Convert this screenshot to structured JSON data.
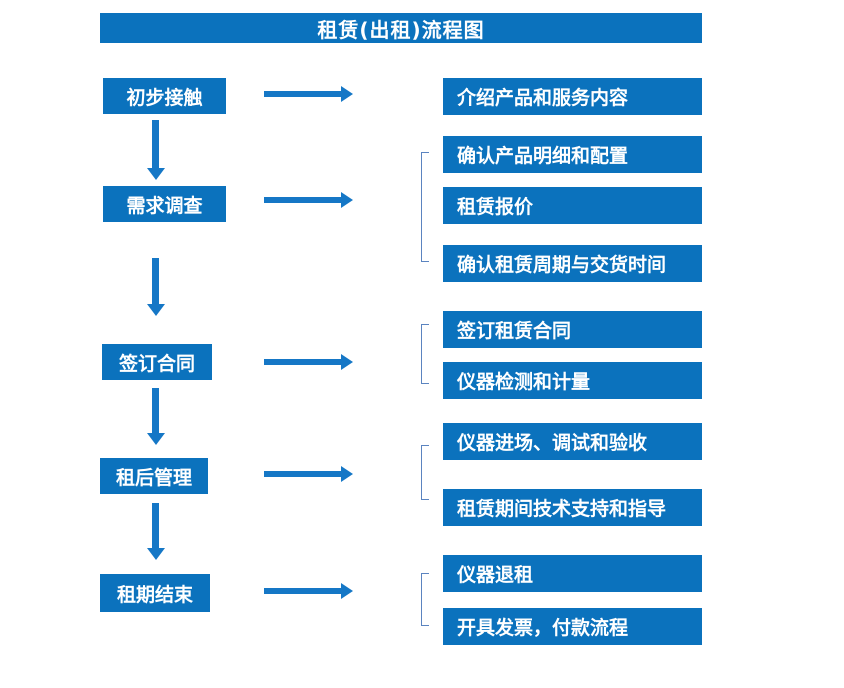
{
  "title": "租赁(出租)流程图",
  "colors": {
    "box": "#0b72bd",
    "arrow": "#1577c6",
    "bracket": "#5b84c0",
    "text_on_box": "#ffffff",
    "background": "#ffffff"
  },
  "flow": {
    "steps": [
      {
        "label": "初步接触",
        "details": [
          "介绍产品和服务内容"
        ]
      },
      {
        "label": "需求调查",
        "details": [
          "确认产品明细和配置",
          "租赁报价",
          "确认租赁周期与交货时间"
        ]
      },
      {
        "label": "签订合同",
        "details": [
          "签订租赁合同",
          "仪器检测和计量"
        ]
      },
      {
        "label": "租后管理",
        "details": [
          "仪器进场、调试和验收",
          "租赁期间技术支持和指导"
        ]
      },
      {
        "label": "租期结束",
        "details": [
          "仪器退租",
          "开具发票，付款流程"
        ]
      }
    ]
  }
}
